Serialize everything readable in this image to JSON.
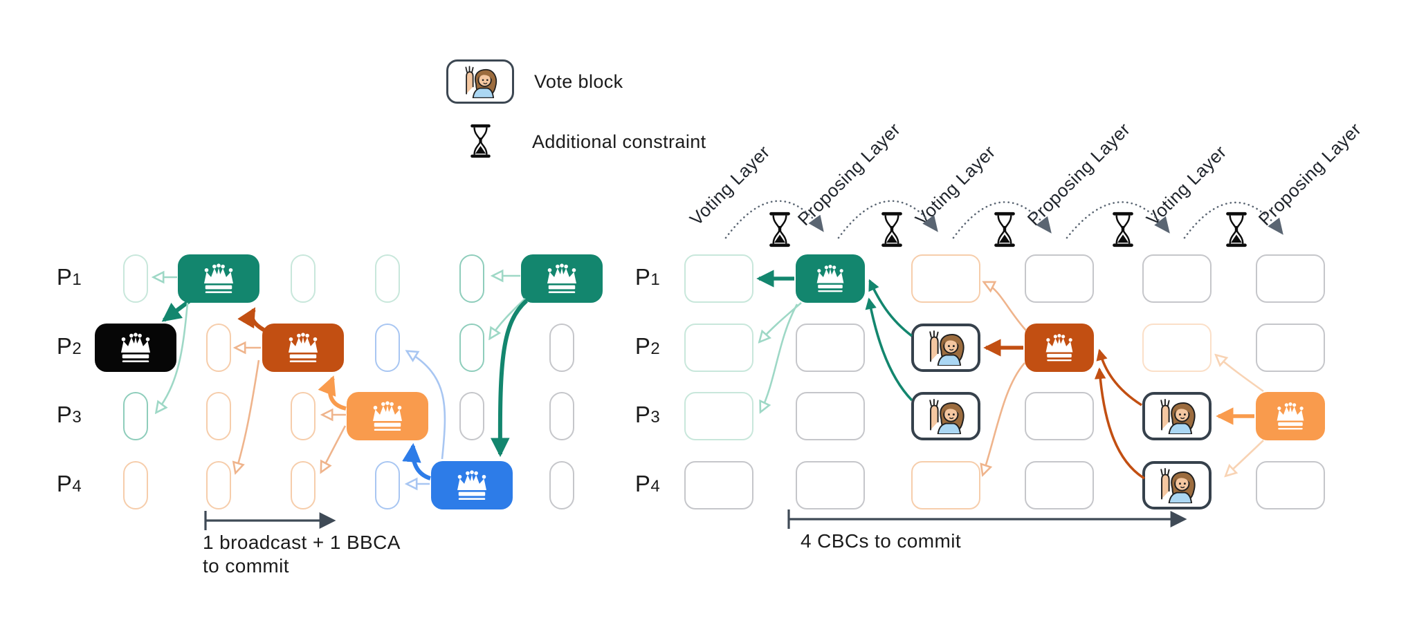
{
  "legend": {
    "vote_block_label": "Vote block",
    "constraint_label": "Additional constraint"
  },
  "palette": {
    "teal": "#13866e",
    "tealArrow": "#9ed8c6",
    "tealMid": "#8ecdbb",
    "tealLight": "#c8e7db",
    "black": "#060606",
    "darkOrange": "#c24f12",
    "orange": "#f99b4d",
    "orangeLight": "#f6cdab",
    "orangePale": "#fbdfc8",
    "peachArrow": "#efb48c",
    "peachPale": "#f8d3b4",
    "blue": "#2d7ce8",
    "blueLight": "#a8c6f2",
    "gray": "#c5c6ca",
    "ink": "#3f4a56",
    "arc": "#5a6572",
    "voteBorder": "#36414c",
    "text": "#1c1c1c"
  },
  "left_diagram": {
    "processes": [
      {
        "base": "P",
        "sub": "1"
      },
      {
        "base": "P",
        "sub": "2"
      },
      {
        "base": "P",
        "sub": "3"
      },
      {
        "base": "P",
        "sub": "4"
      }
    ],
    "caption_line1": "1 broadcast + 1 BBCA",
    "caption_line2": "to commit",
    "grid": [
      [
        {
          "t": "pill",
          "c": "tealLight"
        },
        {
          "t": "crown",
          "c": "teal"
        },
        {
          "t": "pill",
          "c": "tealLight"
        },
        {
          "t": "pill",
          "c": "tealLight"
        },
        {
          "t": "pill",
          "c": "tealMid"
        },
        {
          "t": "crown",
          "c": "teal"
        }
      ],
      [
        {
          "t": "crown",
          "c": "black"
        },
        {
          "t": "pill",
          "c": "orangeLight"
        },
        {
          "t": "crown",
          "c": "darkOrange"
        },
        {
          "t": "pill",
          "c": "blueLight"
        },
        {
          "t": "pill",
          "c": "tealMid"
        },
        {
          "t": "pill",
          "c": "gray"
        }
      ],
      [
        {
          "t": "pill",
          "c": "tealMid"
        },
        {
          "t": "pill",
          "c": "orangeLight"
        },
        {
          "t": "pill",
          "c": "orangeLight"
        },
        {
          "t": "crown",
          "c": "orange"
        },
        {
          "t": "pill",
          "c": "gray"
        },
        {
          "t": "pill",
          "c": "gray"
        }
      ],
      [
        {
          "t": "pill",
          "c": "orangeLight"
        },
        {
          "t": "pill",
          "c": "orangeLight"
        },
        {
          "t": "pill",
          "c": "orangeLight"
        },
        {
          "t": "pill",
          "c": "blueLight"
        },
        {
          "t": "crown",
          "c": "blue"
        },
        {
          "t": "pill",
          "c": "gray"
        }
      ]
    ]
  },
  "right_diagram": {
    "processes": [
      {
        "base": "P",
        "sub": "1"
      },
      {
        "base": "P",
        "sub": "2"
      },
      {
        "base": "P",
        "sub": "3"
      },
      {
        "base": "P",
        "sub": "4"
      }
    ],
    "layer_labels": [
      "Voting Layer",
      "Proposing Layer",
      "Voting Layer",
      "Proposing Layer",
      "Voting Layer",
      "Proposing Layer"
    ],
    "caption": "4 CBCs to commit",
    "grid": [
      [
        {
          "t": "box",
          "c": "tealLight"
        },
        {
          "t": "crown",
          "c": "teal"
        },
        {
          "t": "box",
          "c": "orangeLight"
        },
        {
          "t": "box",
          "c": "gray"
        },
        {
          "t": "box",
          "c": "gray"
        },
        {
          "t": "box",
          "c": "gray"
        }
      ],
      [
        {
          "t": "box",
          "c": "tealLight"
        },
        {
          "t": "box",
          "c": "gray"
        },
        {
          "t": "vote"
        },
        {
          "t": "crown",
          "c": "darkOrange"
        },
        {
          "t": "box",
          "c": "orangePale"
        },
        {
          "t": "box",
          "c": "gray"
        }
      ],
      [
        {
          "t": "box",
          "c": "tealLight"
        },
        {
          "t": "box",
          "c": "gray"
        },
        {
          "t": "vote"
        },
        {
          "t": "box",
          "c": "gray"
        },
        {
          "t": "vote"
        },
        {
          "t": "crown",
          "c": "orange"
        }
      ],
      [
        {
          "t": "box",
          "c": "gray"
        },
        {
          "t": "box",
          "c": "gray"
        },
        {
          "t": "box",
          "c": "orangeLight"
        },
        {
          "t": "box",
          "c": "gray"
        },
        {
          "t": "vote"
        },
        {
          "t": "box",
          "c": "gray"
        }
      ]
    ]
  }
}
